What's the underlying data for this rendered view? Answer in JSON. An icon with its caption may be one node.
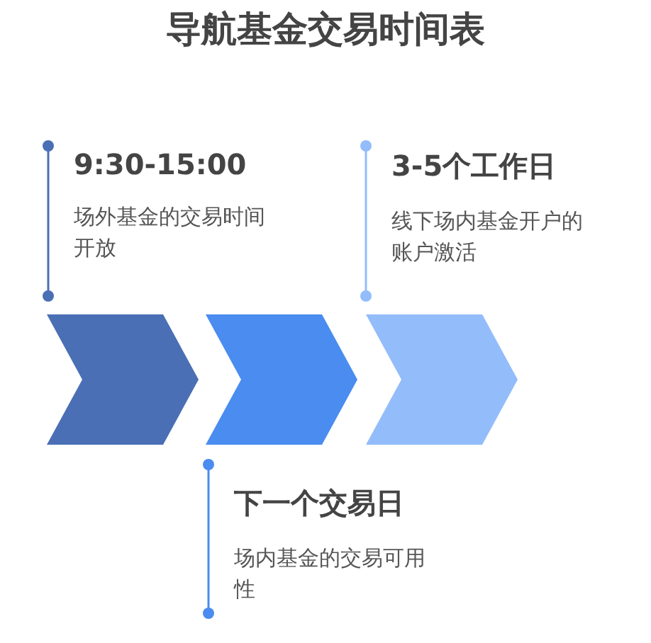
{
  "diagram": {
    "title": "导航基金交易时间表",
    "nodes": [
      {
        "text": [
          "9:30-15:00",
          "场外基金的交易时间开放"
        ]
      },
      {
        "text": [
          "3-5个工作日",
          "线下场内基金开户的账户激活"
        ]
      },
      {
        "text": [],
        "shape": "chevron"
      },
      {
        "text": [],
        "shape": "chevron"
      },
      {
        "text": [],
        "shape": "chevron"
      },
      {
        "text": [
          "下一个交易日",
          "场内基金的交易可用性"
        ]
      }
    ]
  }
}
